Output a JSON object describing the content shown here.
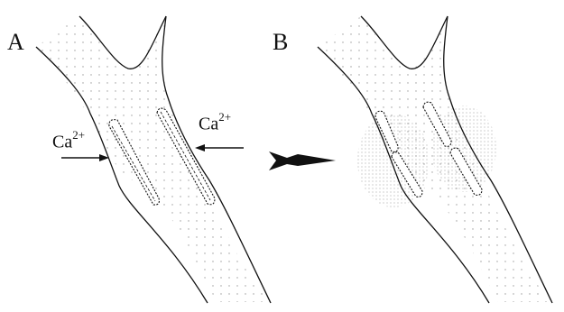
{
  "panels": [
    {
      "label": "A"
    },
    {
      "label": "B"
    }
  ],
  "ions": [
    {
      "base": "Ca",
      "charge": "2+"
    },
    {
      "base": "Ca",
      "charge": "2+"
    }
  ],
  "colors": {
    "ink": "#111111",
    "stipple": "#9a9a9a",
    "diffusion": "#6f6f6f"
  },
  "icons": [
    "arrow-right-icon",
    "arrow-left-icon",
    "transition-arrow-icon"
  ]
}
